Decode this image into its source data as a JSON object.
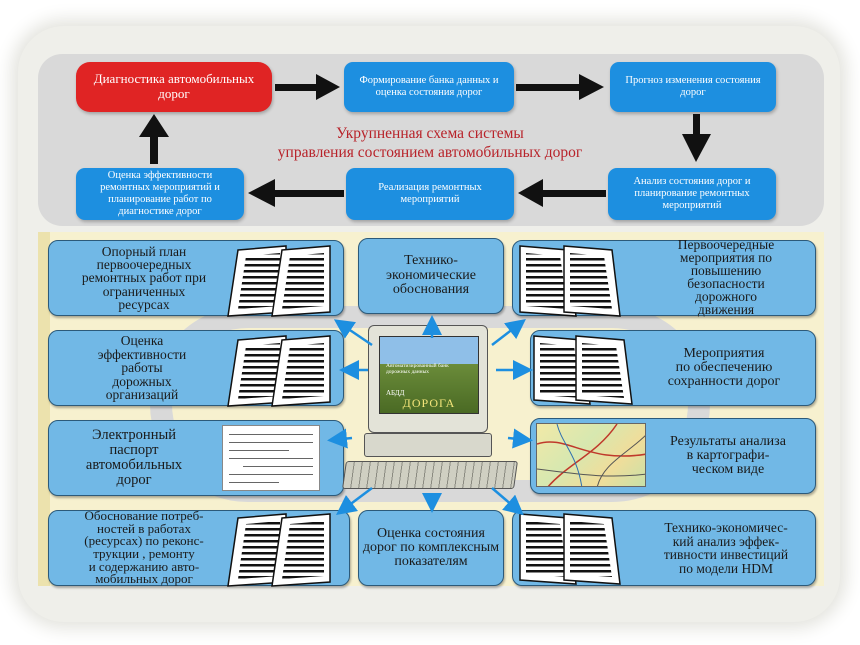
{
  "scheme": {
    "title_line1": "Укрупненная схема системы",
    "title_line2": "управления состоянием автомобильных дорог",
    "box_diagnostics": "Диагностика автомобильных дорог",
    "box_databank": "Формирование банка данных и оценка состояния дорог",
    "box_forecast": "Прогноз изменения состояния дорог",
    "box_analysis": "Анализ состояния дорог и планирование ремонтных мероприятий",
    "box_realization": "Реализация ремонтных мероприятий",
    "box_efficiency": "Оценка эффективности ремонтных мероприятий и планирование работ по диагностике дорог"
  },
  "outputs": {
    "support_plan": [
      "Опорный план",
      "первоочередных",
      "ремонтных работ при",
      "ограниченных",
      "ресурсах"
    ],
    "tech_econ": [
      "Технико-",
      "экономические",
      "обоснования"
    ],
    "priority_safety": [
      "Первоочередные",
      "мероприятия по",
      "повышению",
      "безопасности",
      "дорожного",
      "движения"
    ],
    "org_efficiency": [
      "Оценка",
      "эффективности",
      "работы",
      "дорожных",
      "организаций"
    ],
    "preservation": [
      "Мероприятия",
      "по обеспечению",
      "сохранности дорог"
    ],
    "e_passport": [
      "Электронный",
      "паспорт",
      "автомобильных",
      "дорог"
    ],
    "carto_results": [
      "Результаты анализа",
      "в картографи-",
      "ческом виде"
    ],
    "resource_needs": [
      "Обоснование потреб-",
      "ностей  в работах",
      "(ресурсах) по реконс-",
      "трукции , ремонту",
      "и содержанию авто-",
      "мобильных дорог"
    ],
    "complex_assessment": [
      "Оценка",
      "состояния",
      "дорог по",
      "комплексным",
      "показателям"
    ],
    "hdm_analysis": [
      "Технико-экономичес-",
      "кий  анализ эффек-",
      "тивности инвестиций",
      "по модели HDM"
    ]
  },
  "computer": {
    "screen_caption": "Автоматизированный банк дорожных данных",
    "screen_title": "ДОРОГА",
    "screen_small": "АБДД"
  },
  "colors": {
    "flow_box": "#1d8fe0",
    "diagnostics_box": "#e02424",
    "output_box": "#71b8e6",
    "title_text": "#b8232a",
    "connector_arrow": "#1d8fe0"
  }
}
